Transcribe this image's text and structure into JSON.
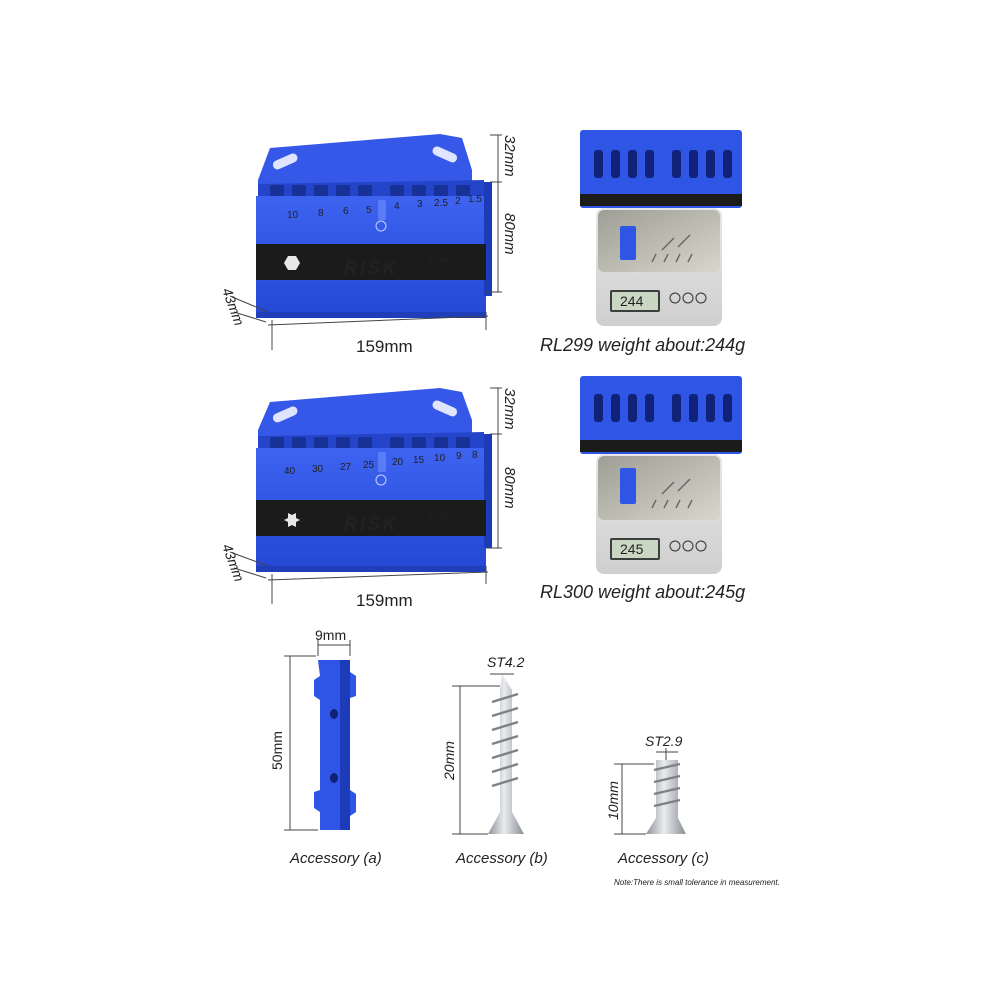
{
  "rl299": {
    "slot_labels": [
      "10",
      "8",
      "6",
      "5",
      "4",
      "3",
      "2.5",
      "2",
      "1.5"
    ],
    "brand": "RISK",
    "model": "RL299",
    "height_top": "32mm",
    "height_main": "80mm",
    "depth": "43mm",
    "width": "159mm",
    "weight_caption": "RL299 weight about:244g",
    "scale_reading": "244"
  },
  "rl300": {
    "slot_labels": [
      "40",
      "30",
      "27",
      "25",
      "20",
      "15",
      "10",
      "9",
      "8"
    ],
    "brand": "RISK",
    "model": "RL300",
    "height_top": "32mm",
    "height_main": "80mm",
    "depth": "43mm",
    "width": "159mm",
    "weight_caption": "RL300 weight about:245g",
    "scale_reading": "245"
  },
  "accessories": [
    {
      "dimension": "9mm",
      "length": "50mm",
      "caption": "Accessory (a)"
    },
    {
      "spec": "ST4.2",
      "length": "20mm",
      "caption": "Accessory (b)"
    },
    {
      "spec": "ST2.9",
      "length": "10mm",
      "caption": "Accessory (c)"
    }
  ],
  "note": "Note:There is small tolerance in measurement.",
  "colors": {
    "blue": "#2f55e6",
    "blue_dark": "#1c3bb8",
    "band": "#1b1b1b",
    "steel": "#b9bdc2"
  }
}
